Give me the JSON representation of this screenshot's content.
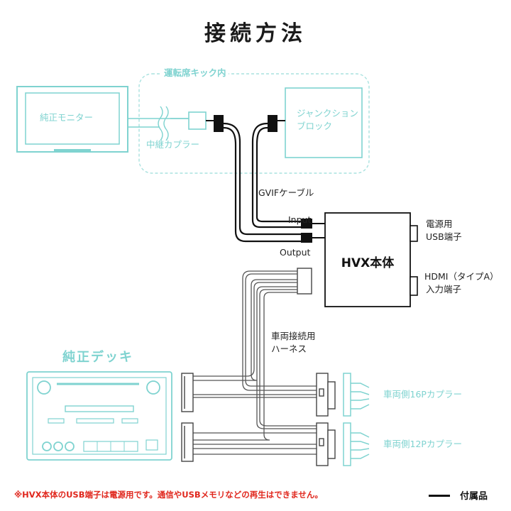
{
  "title": "接続方法",
  "labels": {
    "cabin_area": "運転席キック内",
    "monitor": "純正モニター",
    "relay_coupler": "中継カプラー",
    "junction_block_line1": "ジャンクション",
    "junction_block_line2": "ブロック",
    "gvif_cable": "GVIFケーブル",
    "input": "Input",
    "output": "Output",
    "hvx_unit": "HVX本体",
    "power_usb_line1": "電源用",
    "power_usb_line2": "USB端子",
    "hdmi_line1": "HDMI（タイプA）",
    "hdmi_line2": "入力端子",
    "harness_line1": "車両接続用",
    "harness_line2": "ハーネス",
    "stock_deck": "純正デッキ",
    "coupler_16p": "車両側16Pカプラー",
    "coupler_12p": "車両側12Pカプラー"
  },
  "footer": {
    "note": "※HVX本体のUSB端子は電源用です。通信やUSBメモリなどの再生はできません。",
    "legend": "付属品"
  },
  "colors": {
    "teal": "#7fd3d0",
    "accessory_line": "#111111",
    "note_red": "#e0271d"
  }
}
